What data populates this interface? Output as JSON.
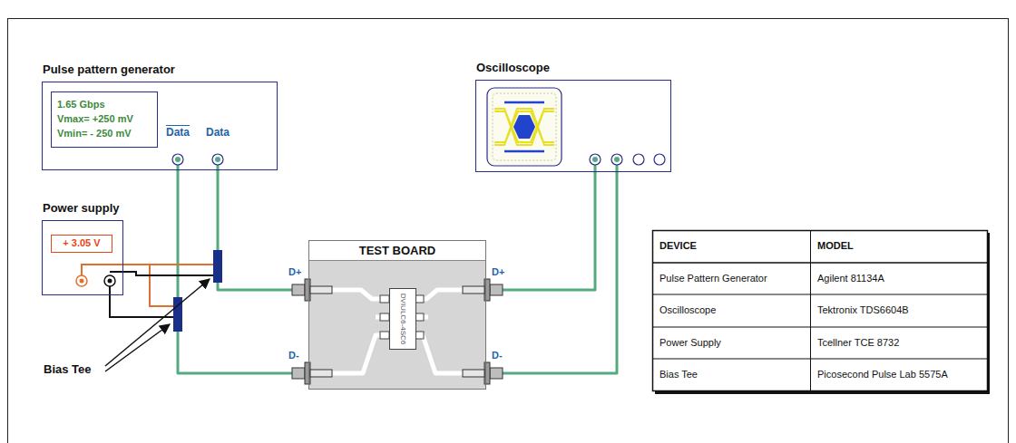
{
  "diagram": {
    "nodes": [
      {
        "text": [
          "Pulse pattern generator",
          "Data",
          "Data"
        ]
      },
      {
        "text": [
          "1.65 Gbps",
          "Vmax= +250 mV",
          "Vmin= - 250 mV"
        ],
        "in": 0
      },
      {
        "text": [
          "Power supply"
        ]
      },
      {
        "text": [
          "+ 3.05 V"
        ],
        "in": 2
      },
      {
        "text": [
          "Oscilloscope"
        ]
      },
      {
        "text": [
          "TEST BOARD"
        ]
      },
      {
        "text": [
          "DVIULC6-4SC6"
        ],
        "in": 5
      }
    ],
    "edges": [
      {
        "from": 0,
        "to": 5,
        "arrow": "none"
      },
      {
        "from": 0,
        "to": 5,
        "arrow": "none"
      },
      {
        "from": 5,
        "to": 4,
        "arrow": "none"
      },
      {
        "from": 5,
        "to": 4,
        "arrow": "none"
      }
    ],
    "labels": [
      "D+",
      "D-",
      "D+",
      "D-",
      "Bias Tee",
      "DEVICE",
      "MODEL",
      "Pulse Pattern Generator",
      "Agilent 81134A",
      "Oscilloscope",
      "Tektronix TDS6604B",
      "Power Supply",
      "Tcellner TCE 8732",
      "Bias Tee",
      "Picosecond Pulse Lab 5575A"
    ]
  }
}
